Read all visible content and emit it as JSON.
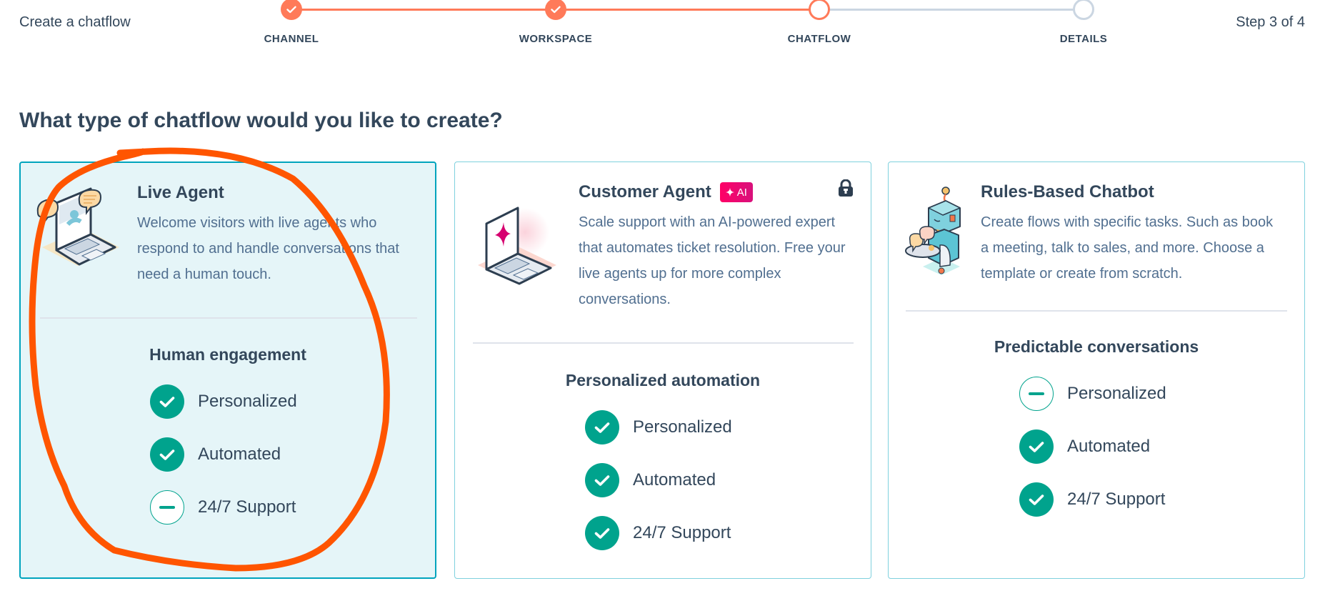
{
  "header": {
    "title": "Create a chatflow",
    "step_count": "Step 3 of 4"
  },
  "stepper": {
    "steps": [
      {
        "label": "CHANNEL",
        "state": "done"
      },
      {
        "label": "WORKSPACE",
        "state": "done"
      },
      {
        "label": "CHATFLOW",
        "state": "active"
      },
      {
        "label": "DETAILS",
        "state": "todo"
      }
    ],
    "colors": {
      "done": "#ff7a59",
      "todo": "#cbd6e2"
    }
  },
  "question": "What type of chatflow would you like to create?",
  "cards": [
    {
      "title": "Live Agent",
      "description": "Welcome visitors with live agents who respond to and handle conversations that need a human touch.",
      "illustration": "laptop-chat-bubbles-illustration",
      "selected": true,
      "feature_heading": "Human engagement",
      "features": [
        {
          "label": "Personalized",
          "status": "check"
        },
        {
          "label": "Automated",
          "status": "check"
        },
        {
          "label": "24/7 Support",
          "status": "dash"
        }
      ]
    },
    {
      "title": "Customer Agent",
      "badge": "AI",
      "badge_icon": "sparkle-icon",
      "locked": true,
      "description": "Scale support with an AI-powered expert that automates ticket resolution. Free your live agents up for more complex conversations.",
      "illustration": "laptop-sparkle-illustration",
      "selected": false,
      "feature_heading": "Personalized automation",
      "features": [
        {
          "label": "Personalized",
          "status": "check"
        },
        {
          "label": "Automated",
          "status": "check"
        },
        {
          "label": "24/7 Support",
          "status": "check"
        }
      ]
    },
    {
      "title": "Rules-Based Chatbot",
      "description": "Create flows with specific tasks. Such as book a meeting, talk to sales, and more. Choose a template or create from scratch.",
      "illustration": "robot-waiter-illustration",
      "selected": false,
      "feature_heading": "Predictable conversations",
      "features": [
        {
          "label": "Personalized",
          "status": "dash"
        },
        {
          "label": "Automated",
          "status": "check"
        },
        {
          "label": "24/7 Support",
          "status": "check"
        }
      ]
    }
  ],
  "colors": {
    "accent_orange": "#ff7a59",
    "selected_border": "#00a4bd",
    "selected_bg": "#e5f5f8",
    "check_green": "#00a38d",
    "ai_badge": "#ff0066",
    "annotation": "#ff5500"
  }
}
